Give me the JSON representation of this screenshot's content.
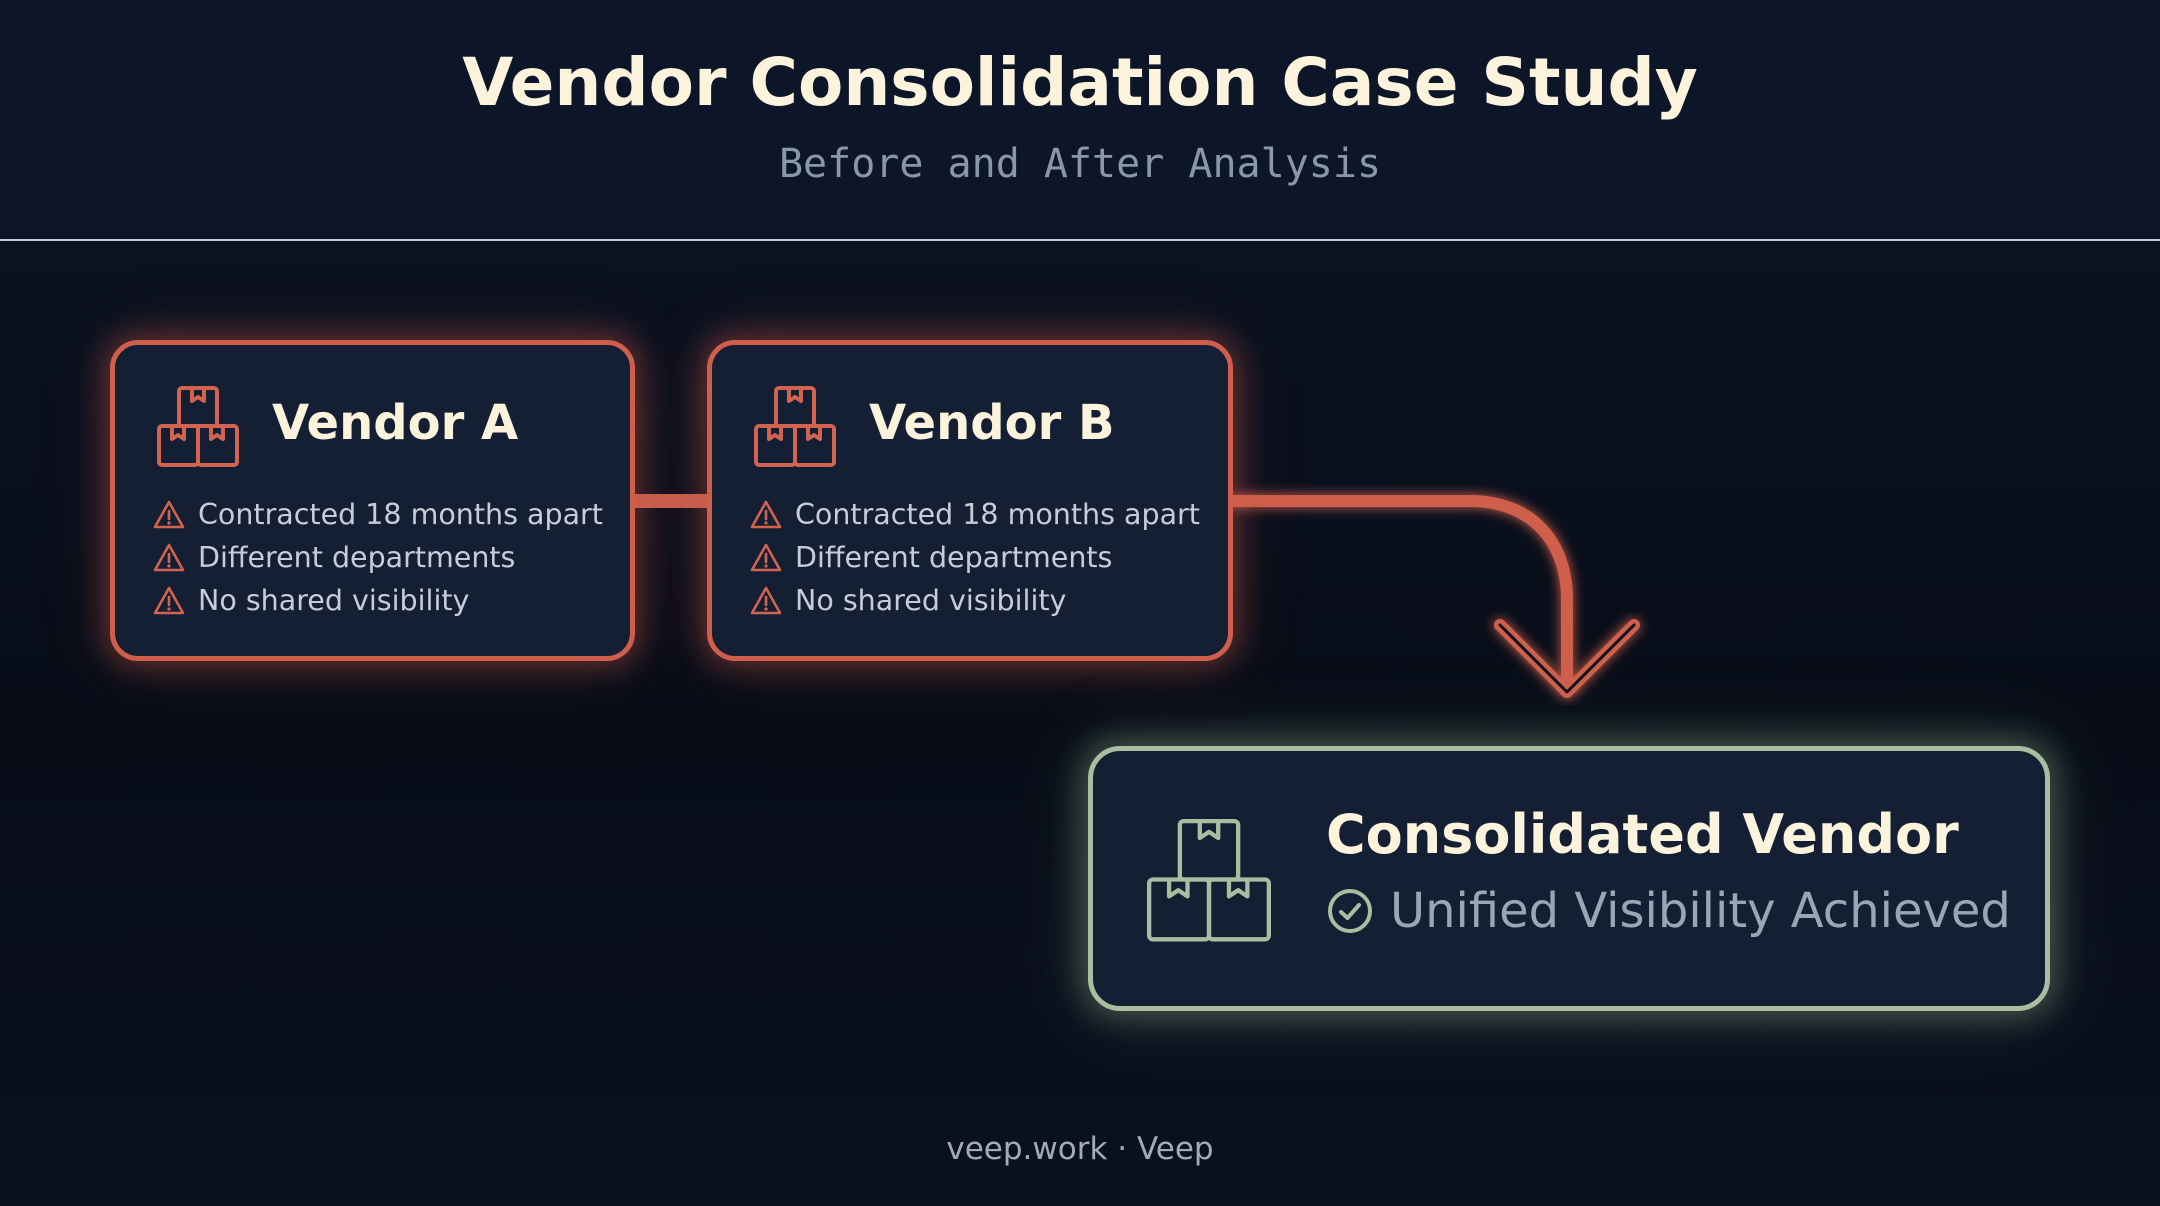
{
  "header": {
    "title": "Vendor Consolidation Case Study",
    "subtitle": "Before and After Analysis"
  },
  "vendors": [
    {
      "name": "Vendor A",
      "icon": "boxes-icon",
      "issues": [
        "Contracted 18 months apart",
        "Different departments",
        "No shared visibility"
      ]
    },
    {
      "name": "Vendor B",
      "icon": "boxes-icon",
      "issues": [
        "Contracted 18 months apart",
        "Different departments",
        "No shared visibility"
      ]
    }
  ],
  "consolidated": {
    "title": "Consolidated Vendor",
    "status": "Unified Visibility Achieved",
    "icon": "boxes-icon",
    "status_icon": "check-circle-icon"
  },
  "footer": {
    "text": "veep.work · Veep"
  },
  "colors": {
    "background": "#0a0f1b",
    "card_fill": "#151f33",
    "problem_accent": "#cf5e4b",
    "success_accent": "#a9bea0",
    "title_text": "#fbf3dc",
    "muted_text": "#8a97ab"
  }
}
